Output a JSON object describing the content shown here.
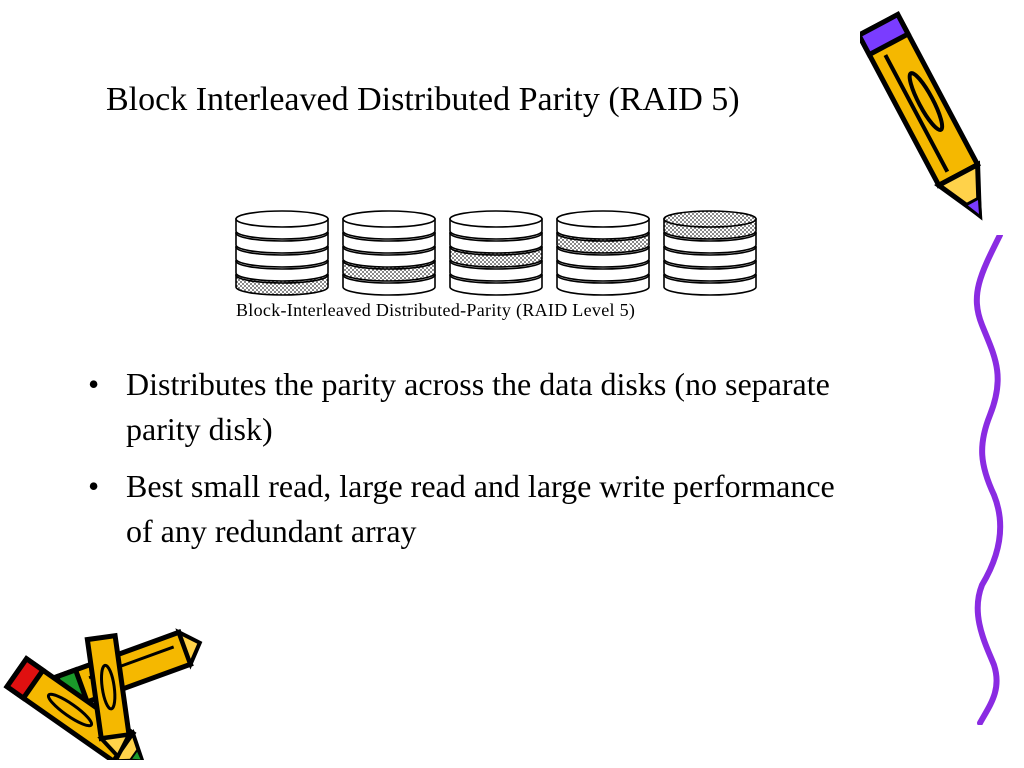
{
  "slide": {
    "title": "Block Interleaved Distributed Parity (RAID 5)",
    "figure": {
      "caption": "Block-Interleaved Distributed-Parity (RAID Level 5)",
      "disk_count": 5,
      "platters_per_disk": 5,
      "parity_platter_by_disk": [
        4,
        3,
        2,
        1,
        0
      ]
    },
    "bullet_symbol": "•",
    "bullets": [
      "Distributes the parity across the data disks (no separate parity disk)",
      "Best small read, large read and large write performance of any redundant array"
    ]
  },
  "decorations": {
    "icons": [
      "pencil-icon",
      "crossed-pencils-icon",
      "squiggle-line-icon"
    ],
    "colors": {
      "pencil_body": "#f5b800",
      "pencil_outline": "#000000",
      "pencil_tip_purple": "#7a3cff",
      "pencil_tip_red": "#e01010",
      "pencil_eraser_green": "#1a9a2a",
      "squiggle": "#8a2be2"
    }
  }
}
